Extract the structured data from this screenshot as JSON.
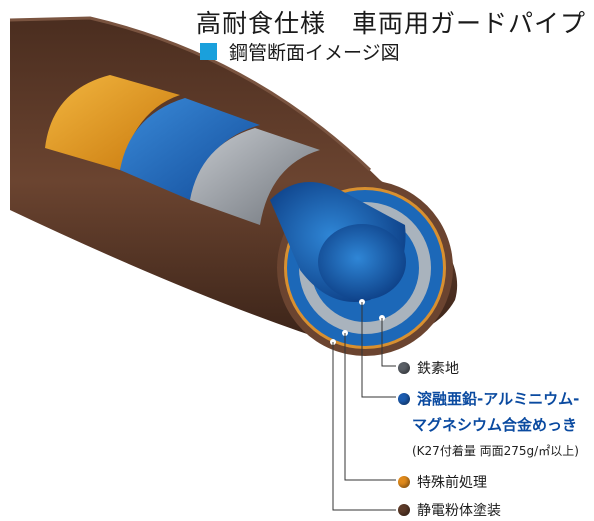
{
  "header": {
    "title": "高耐食仕様　車両用ガードパイプ",
    "subtitle": "鋼管断面イメージ図"
  },
  "colors": {
    "accent": "#1aa0dc",
    "blue_text": "#0a4aa0",
    "coating_brown": "#5c3a28",
    "zinc_blue": "#1c68b8",
    "steel_gray": "#8a8f96",
    "pretreatment_orange": "#e69a1c"
  },
  "layers": [
    {
      "label": "鉄素地",
      "dot_color": "#5a5f66"
    },
    {
      "label": "溶融亜鉛-アルミニウム-",
      "label2": "マグネシウム合金めっき",
      "note": "(K27付着量 両面275g/㎡以上)",
      "dot_color": "#1c5cb0"
    },
    {
      "label": "特殊前処理",
      "dot_color": "#e08a1c"
    },
    {
      "label": "静電粉体塗装",
      "dot_color": "#5c3a28"
    }
  ]
}
